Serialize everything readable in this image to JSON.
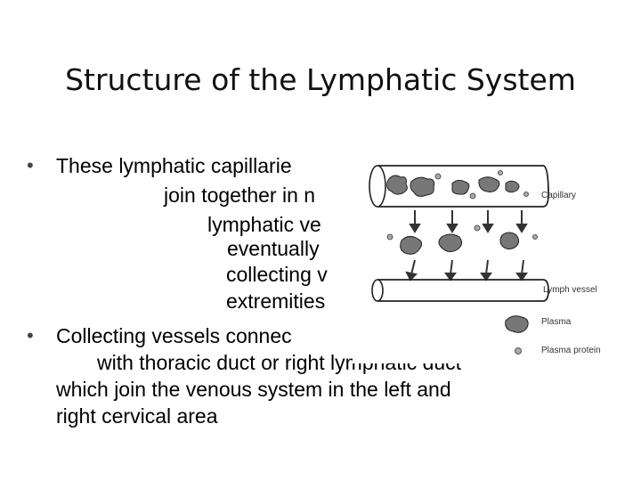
{
  "slide": {
    "title": "Structure of the Lymphatic System",
    "bullets": [
      {
        "lines": [
          "These lymphatic capillarie",
          "join together in n",
          "lymphatic ve",
          "eventually",
          "collecting v",
          "extremities"
        ]
      },
      {
        "lines": [
          "Collecting vessels connec",
          "with thoracic duct or right lymphatic duct",
          "which join the venous system in the left and",
          "right cervical area"
        ]
      }
    ]
  },
  "figure": {
    "labels": {
      "capillary": "Capillary",
      "lymph_vessel": "Lymph vessel",
      "plasma": "Plasma",
      "plasma_protein": "Plasma protein"
    }
  }
}
